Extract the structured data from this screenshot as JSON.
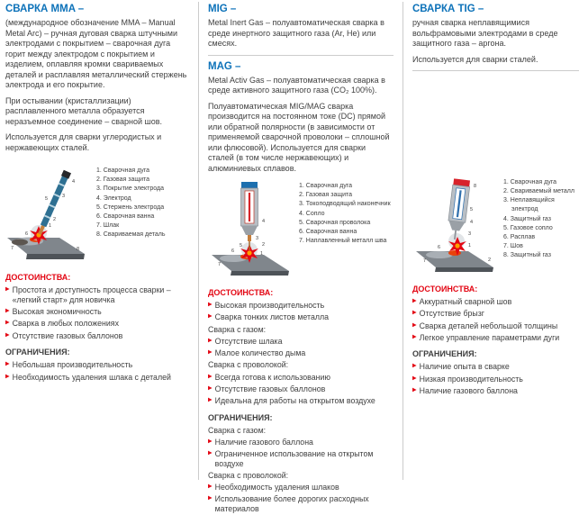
{
  "palette": {
    "heading_blue": "#0d72b9",
    "accent_red": "#e30613",
    "body_text": "#3f3f3f",
    "divider": "#cccccc"
  },
  "icons": {
    "bullet_arrow": "▶"
  },
  "columns": [
    {
      "id": "mma",
      "sections": [
        {
          "heading": "СВАРКА MMA –",
          "paragraphs": [
            "(международное обозначение MMA – Manual Metal Arc) – ручная дуговая сварка штучными электродами с покрытием – сварочная дуга горит между электродом с покрытием и изделием, оплавляя кромки свариваемых деталей и расплавляя металлический стержень электрода и его покрытие.",
            "При остывании (кристаллизации) расплавленного металла образуется неразъемное соединение – сварной шов.",
            "Используется для сварки углеродистых и нержавеющих сталей."
          ]
        }
      ],
      "legend": [
        "1. Сварочная дуга",
        "2. Газовая защита",
        "3. Покрытие электрода",
        "4. Электрод",
        "5. Стержень электрода",
        "6. Сварочная ванна",
        "7. Шлак",
        "8. Свариваемая деталь"
      ],
      "diagram_numbers": [
        "1",
        "2",
        "3",
        "4",
        "5",
        "6",
        "7",
        "8"
      ],
      "advantages_title": "ДОСТОИНСТВА:",
      "advantages": [
        {
          "text": "Простота и доступность процесса сварки – «легкий старт» для новичка"
        },
        {
          "text": "Высокая экономичность"
        },
        {
          "text": "Сварка в любых положениях"
        },
        {
          "text": "Отсутствие газовых баллонов"
        }
      ],
      "limitations_title": "ОГРАНИЧЕНИЯ:",
      "limitations": [
        {
          "text": "Небольшая производительность"
        },
        {
          "text": "Необходимость удаления шлака с деталей"
        }
      ]
    },
    {
      "id": "mig-mag",
      "sections": [
        {
          "heading": "MIG –",
          "paragraphs": [
            "Metal Inert Gas – полуавтоматическая сварка в среде инертного защитного газа (Ar, He) или смесях."
          ]
        },
        {
          "heading": "MAG –",
          "paragraphs": [
            "Metal Activ Gas – полуавтоматическая сварка в среде активного защитного газа (CO₂ 100%).",
            "Полуавтоматическая MIG/MAG сварка производится на постоянном токе (DC) прямой или обратной полярности (в зависимости от применяемой сварочной проволоки – сплошной или флюсовой). Используется для сварки сталей (в том числе нержавеющих) и алюминиевых сплавов."
          ]
        }
      ],
      "legend": [
        "1. Сварочная дуга",
        "2. Газовая защита",
        "3. Токоподводящий наконечник",
        "4. Сопло",
        "5. Сварочная проволока",
        "6. Сварочная ванна",
        "7. Наплавленный металл шва"
      ],
      "diagram_numbers": [
        "1",
        "2",
        "3",
        "4",
        "5",
        "6",
        "7"
      ],
      "advantages_title": "ДОСТОИНСТВА:",
      "advantages": [
        {
          "text": "Высокая производительность"
        },
        {
          "text": "Сварка тонких листов металла"
        },
        {
          "text": "Сварка с газом:",
          "bullet": false
        },
        {
          "text": "Отсутствие шлака"
        },
        {
          "text": "Малое количество дыма"
        },
        {
          "text": "Сварка с проволокой:",
          "bullet": false
        },
        {
          "text": "Всегда готова к использованию"
        },
        {
          "text": "Отсутствие газовых баллонов"
        },
        {
          "text": "Идеальна для работы на открытом воздухе"
        }
      ],
      "limitations_title": "ОГРАНИЧЕНИЯ:",
      "limitations": [
        {
          "text": "Сварка с газом:",
          "bullet": false
        },
        {
          "text": "Наличие газового баллона"
        },
        {
          "text": "Ограниченное использование на открытом воздухе"
        },
        {
          "text": "Сварка с проволокой:",
          "bullet": false
        },
        {
          "text": "Необходимость удаления шлаков"
        },
        {
          "text": "Использование более дорогих расходных материалов"
        }
      ]
    },
    {
      "id": "tig",
      "sections": [
        {
          "heading": "СВАРКА TIG –",
          "paragraphs": [
            "ручная сварка неплавящимися вольфрамовыми электродами в среде защитного газа – аргона.",
            "Используется для сварки сталей."
          ]
        }
      ],
      "legend": [
        "1. Сварочная дуга",
        "2. Свариваемый металл",
        "3. Неплавящийся электрод",
        "4. Защитный газ",
        "5. Газовое сопло",
        "6. Расплав",
        "7. Шов",
        "8. Защитный газ"
      ],
      "diagram_numbers": [
        "1",
        "2",
        "3",
        "4",
        "5",
        "6",
        "7",
        "8"
      ],
      "advantages_title": "ДОСТОИНСТВА:",
      "advantages": [
        {
          "text": "Аккуратный сварной шов"
        },
        {
          "text": "Отсутствие брызг"
        },
        {
          "text": "Сварка деталей небольшой толщины"
        },
        {
          "text": "Легкое управление параметрами дуги"
        }
      ],
      "limitations_title": "ОГРАНИЧЕНИЯ:",
      "limitations": [
        {
          "text": "Наличие опыта в сварке"
        },
        {
          "text": "Низкая производительность"
        },
        {
          "text": "Наличие газового баллона"
        }
      ]
    }
  ]
}
